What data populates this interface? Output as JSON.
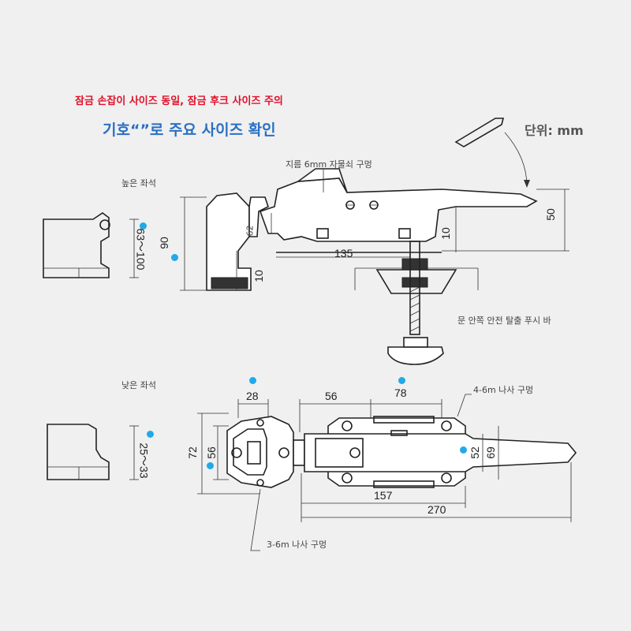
{
  "header": {
    "warning": "잠금 손잡이 사이즈 동일, 잠금 후크 사이즈 주의",
    "title": "기호“”로 주요 사이즈 확인",
    "unit": "단위: mm"
  },
  "top_view": {
    "label_high_seat": "높은 좌석",
    "hole_note": "지름 6mm 자물쇠 구멍",
    "push_bar_note": "문 안쪽 안전 탈출 푸시 바",
    "dims": {
      "d50": "50",
      "d90": "90",
      "d10a": "10",
      "d10b": "10",
      "d135": "135",
      "d62": "62",
      "range": "63～100"
    }
  },
  "bottom_view": {
    "label_low_seat": "낮은 좌석",
    "screw_hole_top": "4-6m 나사 구멍",
    "screw_hole_bottom": "3-6m 나사 구멍",
    "dims": {
      "d28": "28",
      "d56a": "56",
      "d78": "78",
      "d72": "72",
      "d56b": "56",
      "d52": "52",
      "d69": "69",
      "d157": "157",
      "d270": "270",
      "range": "25～33"
    }
  },
  "colors": {
    "warning": "#e0102a",
    "title": "#2a6fc4",
    "marker": "#23a9e8"
  }
}
